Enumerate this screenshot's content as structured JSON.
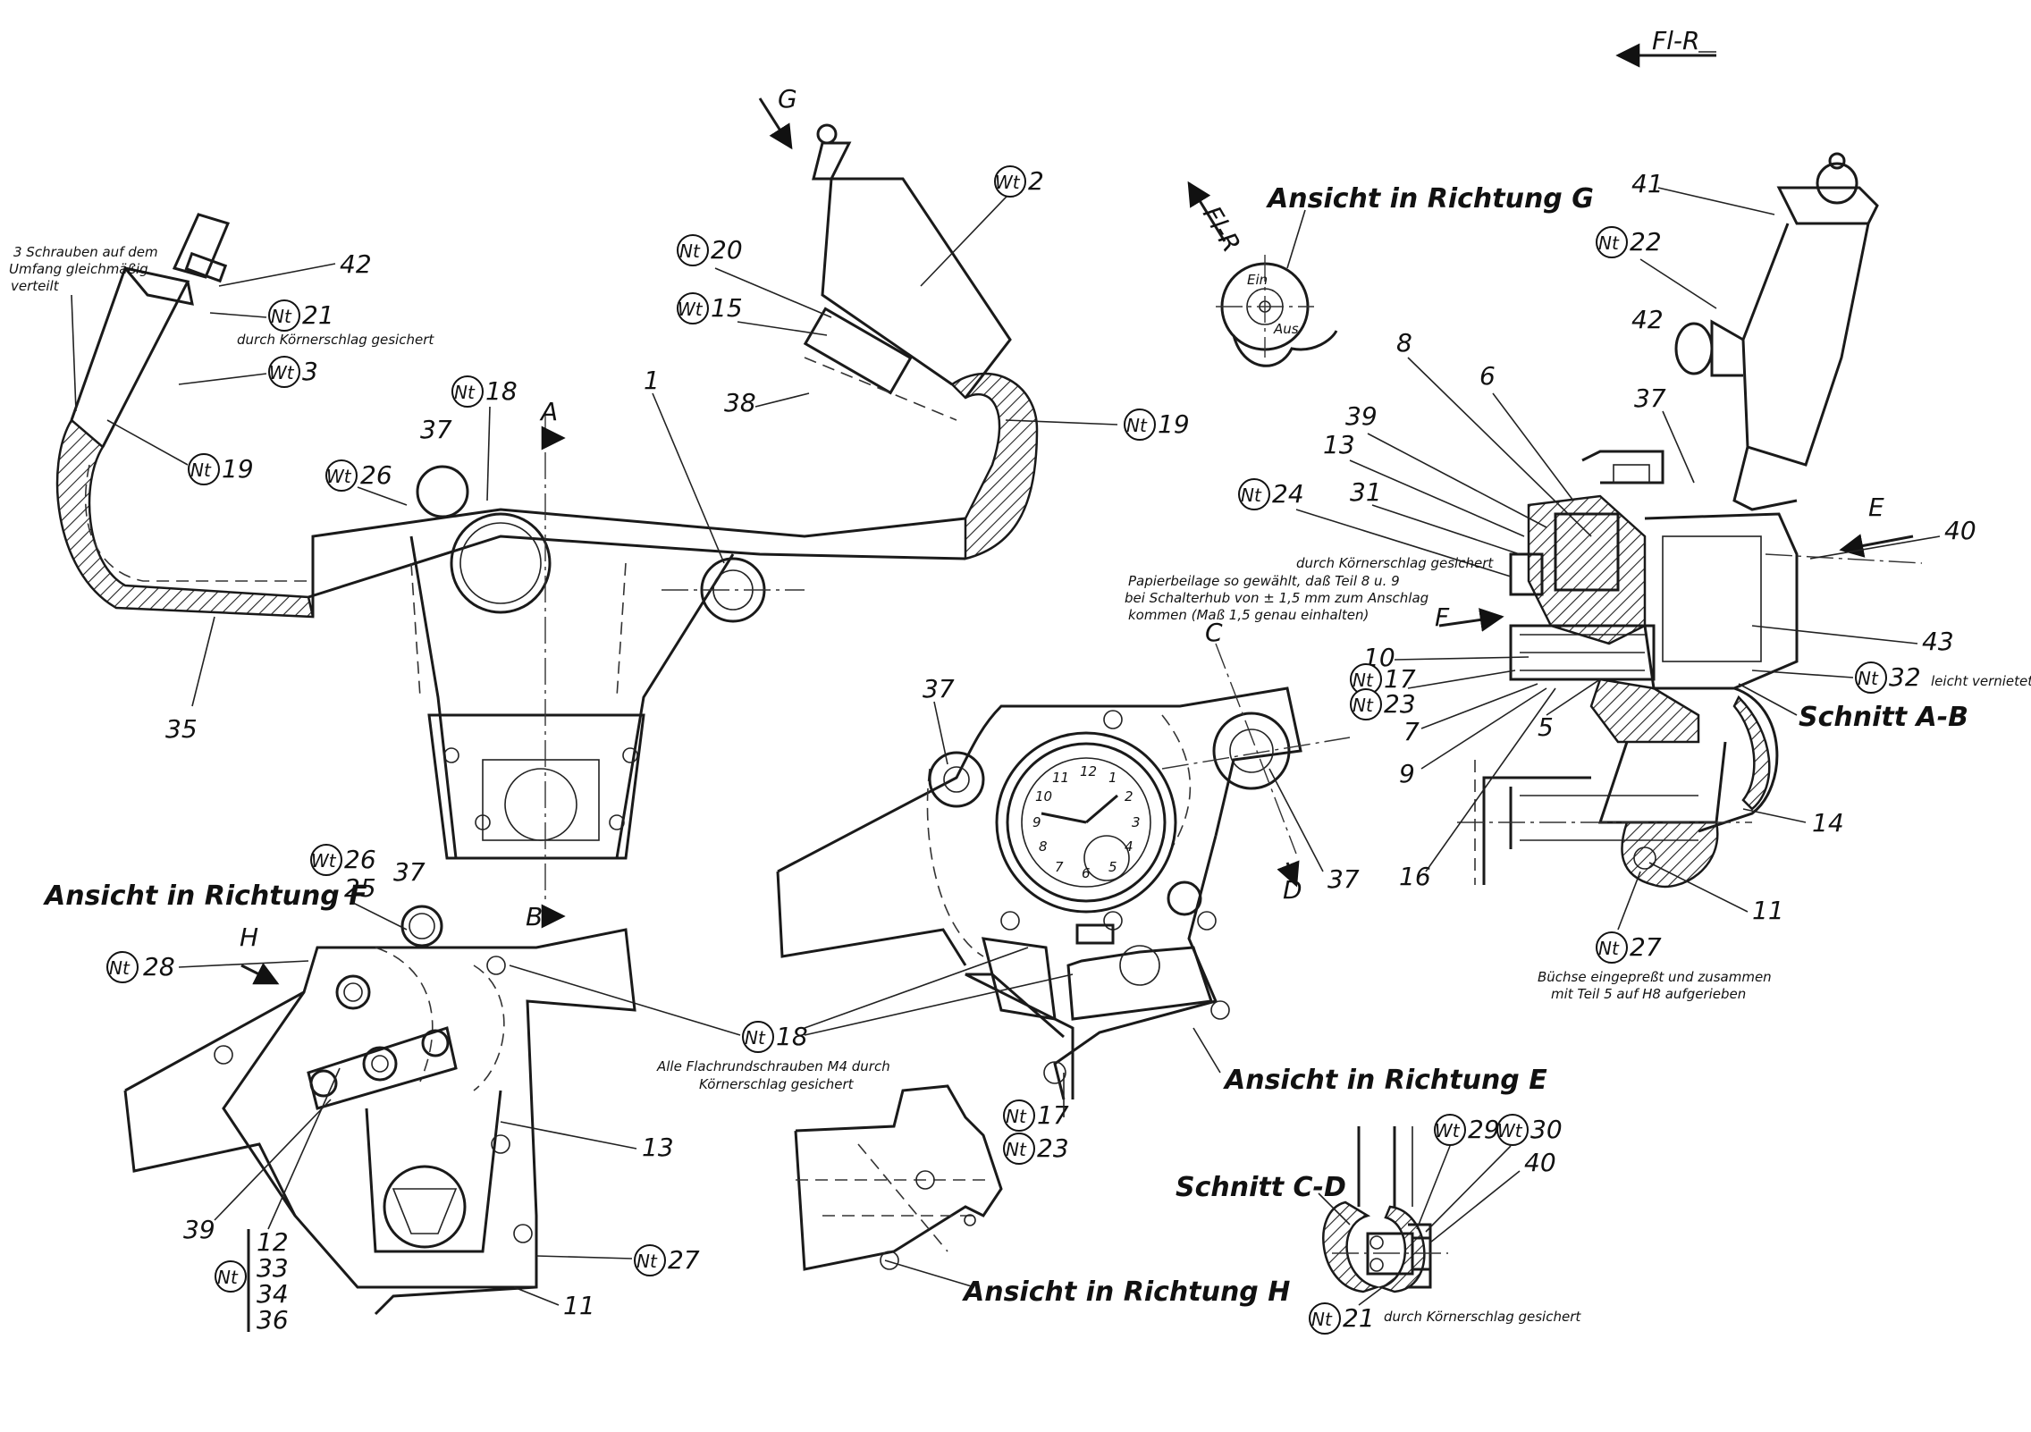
{
  "header": {
    "direction_label": "Fl-R"
  },
  "views": {
    "ansicht_g": "Ansicht in Richtung G",
    "ansicht_f": "Ansicht in Richtung F",
    "ansicht_e": "Ansicht in Richtung E",
    "ansicht_h": "Ansicht in Richtung H",
    "schnitt_ab": "Schnitt A-B",
    "schnitt_cd": "Schnitt C-D"
  },
  "gauge": {
    "ein": "Ein",
    "aus": "Aus",
    "fl_r": "Fl-R"
  },
  "notes": {
    "schrauben_1": "3 Schrauben auf dem",
    "schrauben_2": "Umfang gleichmäßig",
    "schrauben_3": "verteilt",
    "koerner_1": "durch Körnerschlag gesichert",
    "koerner_2": "durch Körnerschlag gesichert",
    "koerner_3": "durch Körnerschlag gesichert",
    "papier_1": "Papierbeilage so gewählt, daß Teil 8 u. 9",
    "papier_2": "bei Schalterhub von ± 1,5 mm zum Anschlag",
    "papier_3": "kommen  (Maß 1,5 genau einhalten)",
    "buechse_1": "Büchse eingepreßt und zusammen",
    "buechse_2": "mit Teil 5 auf H8 aufgerieben",
    "flach_1": "Alle Flachrundschrauben M4 durch",
    "flach_2": "Körnerschlag gesichert",
    "vernietet": "leicht vernietet!"
  },
  "section_letters": {
    "a": "A",
    "b": "B",
    "c": "C",
    "d": "D",
    "e": "E",
    "f": "F",
    "g": "G",
    "h": "H"
  },
  "badges": {
    "nt": "Nt",
    "wt": "Wt"
  },
  "callouts": {
    "n1": "1",
    "n2": "2",
    "n3": "3",
    "n5": "5",
    "n6": "6",
    "n7": "7",
    "n8": "8",
    "n9": "9",
    "n10": "10",
    "n11a": "11",
    "n11b": "11",
    "n12": "12",
    "n13a": "13",
    "n13b": "13",
    "n14": "14",
    "n15": "15",
    "n16": "16",
    "n17a": "17",
    "n17b": "17",
    "n18a": "18",
    "n18b": "18",
    "n19a": "19",
    "n19b": "19",
    "n20": "20",
    "n21a": "21",
    "n21b": "21",
    "n22": "22",
    "n23a": "23",
    "n23b": "23",
    "n24": "24",
    "n25": "25",
    "n26a": "26",
    "n26b": "26",
    "n27a": "27",
    "n27b": "27",
    "n28": "28",
    "n29": "29",
    "n30": "30",
    "n31": "31",
    "n32": "32",
    "n33": "33",
    "n34": "34",
    "n35": "35",
    "n36": "36",
    "n37a": "37",
    "n37b": "37",
    "n37c": "37",
    "n37d": "37",
    "n37e": "37",
    "n38": "38",
    "n39a": "39",
    "n39b": "39",
    "n40a": "40",
    "n40b": "40",
    "n41": "41",
    "n42a": "42",
    "n42b": "42",
    "n43": "43"
  },
  "clock_numbers": [
    "12",
    "1",
    "2",
    "3",
    "4",
    "5",
    "6",
    "7",
    "8",
    "9",
    "10",
    "11"
  ]
}
